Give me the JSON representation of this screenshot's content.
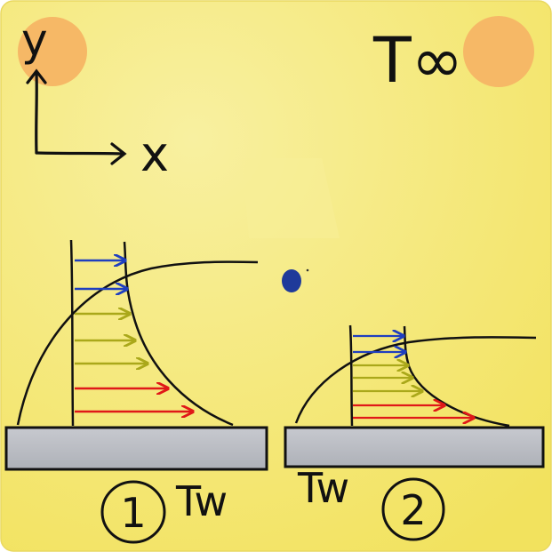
{
  "labels": {
    "y_axis": "y",
    "x_axis": "x",
    "t_infinity": "T∞",
    "t_wall_1": "Tw",
    "t_wall_2": "Tw",
    "case_1": "1",
    "case_2": "2"
  },
  "colors": {
    "background": "#f5eb86",
    "background_edge": "#f2e25e",
    "sun": "#f6b866",
    "wall": "#b9bcc4",
    "ink": "#111111",
    "arrow_blue": "#1f3fbf",
    "arrow_olive": "#aaa81a",
    "arrow_red": "#e01818",
    "dot": "#1f3a9a"
  },
  "icons": [
    "sun-icon",
    "temperature-source-icon",
    "axis-arrows-icon",
    "particle-dot-icon"
  ]
}
